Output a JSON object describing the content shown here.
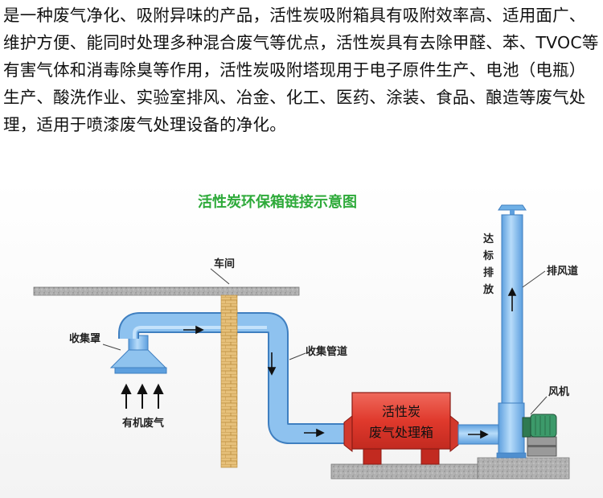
{
  "intro_text": "是一种废气净化、吸附异味的产品，活性炭吸附箱具有吸附效率高、适用面广、维护方便、能同时处理多种混合废气等优点，活性炭具有去除甲醛、苯、TVOC等有害气体和消毒除臭等作用，活性炭吸附塔现用于电子原件生产、电池（电瓶）生产、酸洗作业、实验室排风、冶金、化工、医药、涂装、食品、酿造等废气处理，适用于喷漆废气处理设备的净化。",
  "diagram": {
    "title": "活性炭环保箱链接示意图",
    "labels": {
      "workshop": "车间",
      "hood": "收集罩",
      "organic_gas": "有机废气",
      "duct": "收集管道",
      "box_line1": "活性炭",
      "box_line2": "废气处理箱",
      "exhaust": "排风道",
      "fan": "风机",
      "discharge_chars": [
        "达",
        "标",
        "排",
        "放"
      ]
    },
    "colors": {
      "title": "#2eaa3a",
      "pipe": "#7fb8ec",
      "pipe_stroke": "#3f7fc0",
      "box": "#e8463a",
      "ground": "#a7a7a7",
      "brick": "#e3bc74",
      "fan_motor": "#3c9a6a"
    }
  }
}
